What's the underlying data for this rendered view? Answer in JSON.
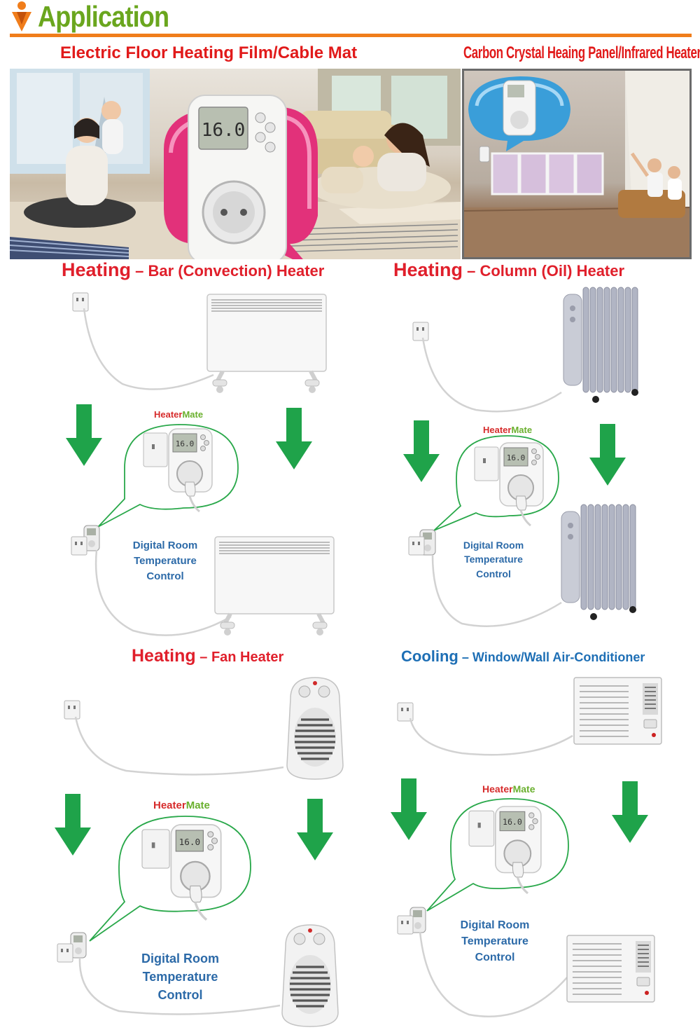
{
  "header": {
    "title": "Application",
    "icon": "orange-down-arrow-icon",
    "accent_color": "#f07d1b",
    "title_color": "#6aa61e"
  },
  "hero": {
    "left_label": "Electric Floor Heating Film/Cable Mat",
    "right_label": "Carbon Crystal Heaing Panel/Infrared Heater",
    "thermostat_display": "16.0"
  },
  "sections": {
    "bar_heater": {
      "main": "Heating",
      "dash": " – ",
      "sub": "Bar (Convection) Heater"
    },
    "oil_heater": {
      "main": "Heating",
      "dash": " – ",
      "sub": "Column (Oil) Heater"
    },
    "fan_heater": {
      "main": "Heating",
      "dash": " – ",
      "sub": "Fan Heater"
    },
    "aircon": {
      "main": "Cooling",
      "dash": " – ",
      "sub": "Window/Wall Air-Conditioner"
    }
  },
  "brand": {
    "part1": "Heater",
    "part2": "Mate"
  },
  "control_label": {
    "line1": "Digital Room",
    "line2": "Temperature",
    "line3": "Control"
  },
  "colors": {
    "heating_red": "#e01f2b",
    "cooling_blue": "#1e6fb5",
    "arrow_green": "#1fa34a"
  }
}
